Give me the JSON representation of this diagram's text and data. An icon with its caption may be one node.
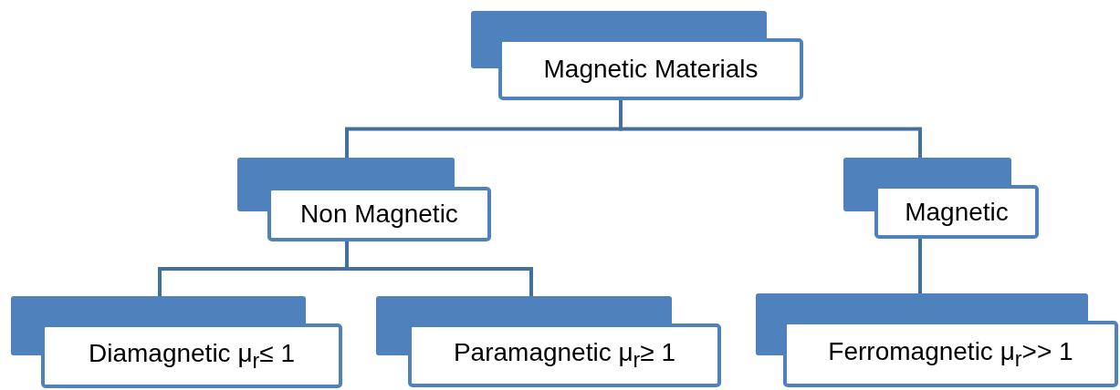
{
  "diagram": {
    "nodes": [
      {
        "text": [
          "Magnetic Materials"
        ]
      },
      {
        "text": [
          "Non Magnetic"
        ]
      },
      {
        "text": [
          "Magnetic"
        ]
      },
      {
        "text": [
          "Diamagnetic μ$_{r}$≤ 1"
        ]
      },
      {
        "text": [
          "Paramagnetic μ$_{r}$≥ 1"
        ]
      },
      {
        "text": [
          "Ferromagnetic μ$_{r}$>> 1"
        ]
      }
    ],
    "edges": [
      {
        "from": 0,
        "to": 1,
        "arrow": "none"
      },
      {
        "from": 0,
        "to": 2,
        "arrow": "none"
      },
      {
        "from": 1,
        "to": 3,
        "arrow": "none"
      },
      {
        "from": 1,
        "to": 4,
        "arrow": "none"
      },
      {
        "from": 2,
        "to": 5,
        "arrow": "none"
      }
    ]
  }
}
